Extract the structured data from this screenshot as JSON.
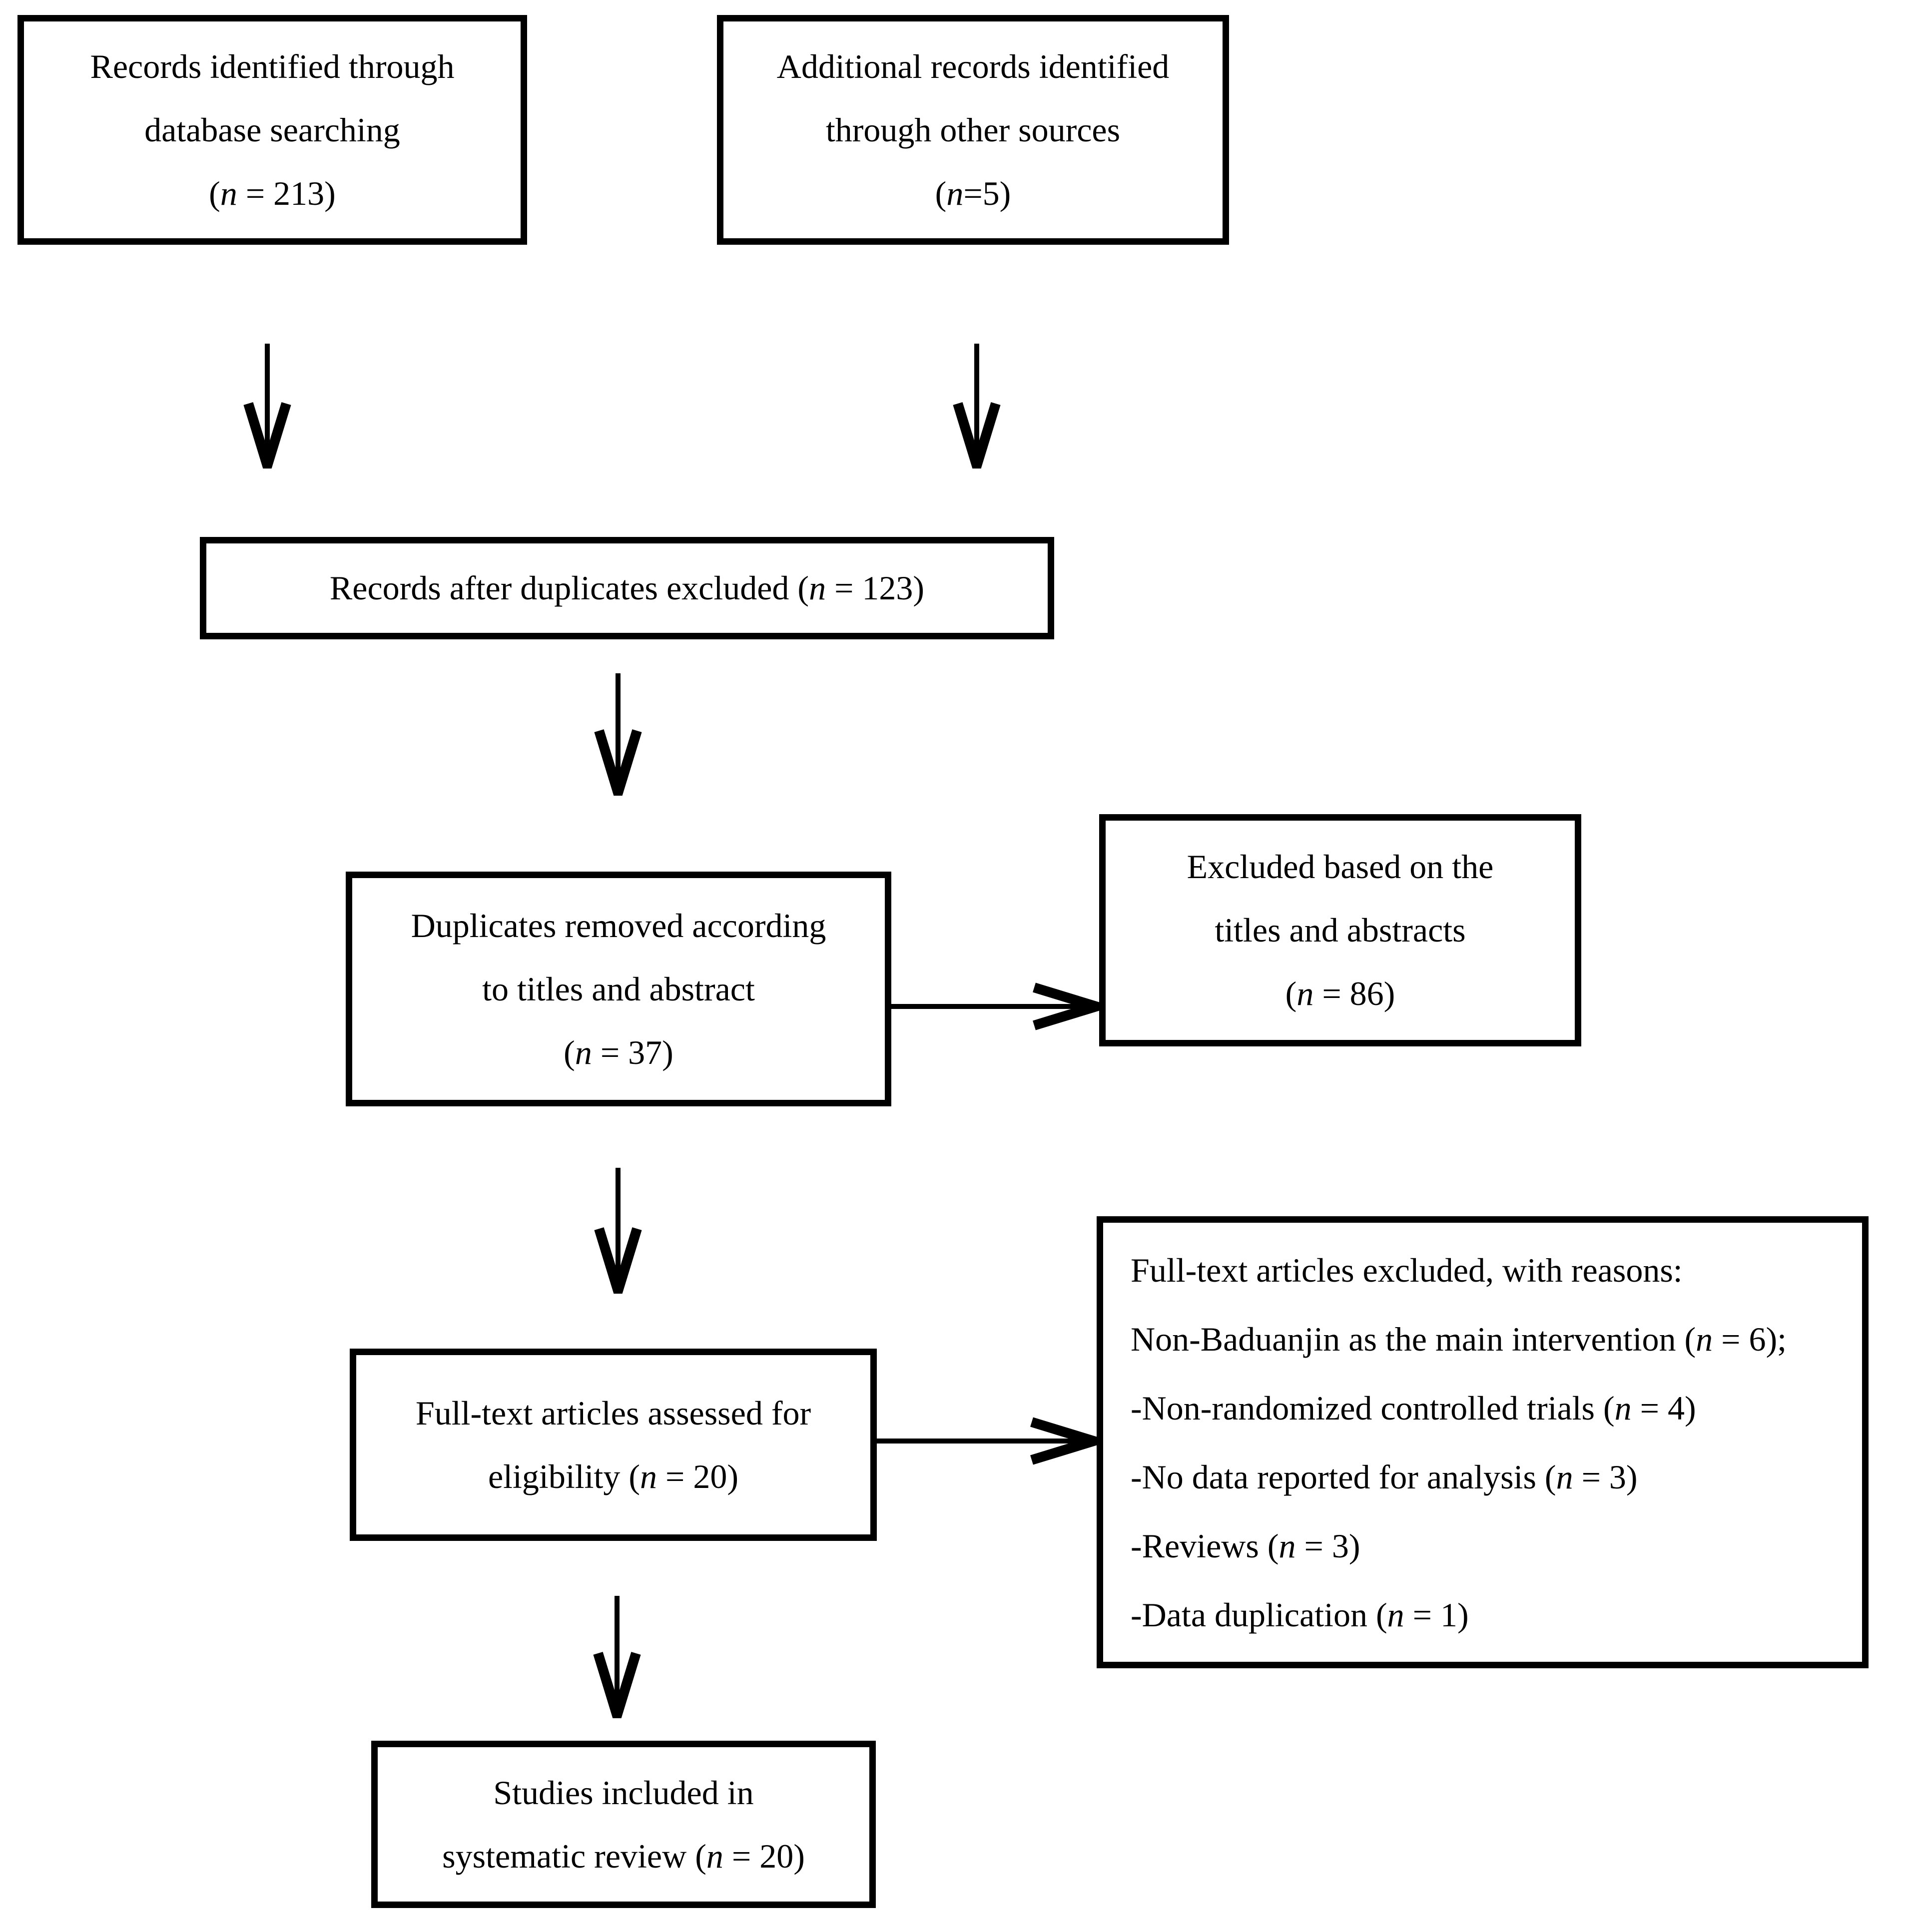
{
  "diagram": {
    "kind": "prisma-flow-diagram",
    "background_color": "#ffffff",
    "line_color": "#000000",
    "boxes": {
      "records_identified": {
        "lines": [
          "Records identified through",
          "database searching",
          "(n = 213)"
        ]
      },
      "additional_records": {
        "lines": [
          "Additional records identified",
          "through other sources",
          "(n=5)"
        ]
      },
      "records_after_duplicates": {
        "lines": [
          "Records after duplicates excluded (n = 123)"
        ]
      },
      "duplicates_removed": {
        "lines": [
          "Duplicates removed according",
          "to titles and abstract",
          "(n = 37)"
        ]
      },
      "excluded_titles_abstracts": {
        "lines": [
          "Excluded based on the",
          "titles and abstracts",
          "(n = 86)"
        ]
      },
      "fulltext_assessed": {
        "lines": [
          "Full-text articles assessed for",
          "eligibility (n = 20)"
        ]
      },
      "fulltext_excluded": {
        "lines": [
          "Full-text articles excluded, with reasons:",
          "Non-Baduanjin as the main intervention (n = 6);",
          "-Non-randomized controlled trials (n = 4)",
          "-No data reported for analysis (n = 3)",
          "-Reviews (n = 3)",
          "-Data duplication (n = 1)"
        ]
      },
      "studies_included": {
        "lines": [
          "Studies included in",
          "systematic review (n = 20)"
        ]
      }
    },
    "connections": [
      {
        "from": "records_identified",
        "to": "records_after_duplicates",
        "direction": "down"
      },
      {
        "from": "additional_records",
        "to": "records_after_duplicates",
        "direction": "down"
      },
      {
        "from": "records_after_duplicates",
        "to": "duplicates_removed",
        "direction": "down"
      },
      {
        "from": "duplicates_removed",
        "to": "excluded_titles_abstracts",
        "direction": "right"
      },
      {
        "from": "duplicates_removed",
        "to": "fulltext_assessed",
        "direction": "down"
      },
      {
        "from": "fulltext_assessed",
        "to": "fulltext_excluded",
        "direction": "right"
      },
      {
        "from": "fulltext_assessed",
        "to": "studies_included",
        "direction": "down"
      }
    ]
  }
}
